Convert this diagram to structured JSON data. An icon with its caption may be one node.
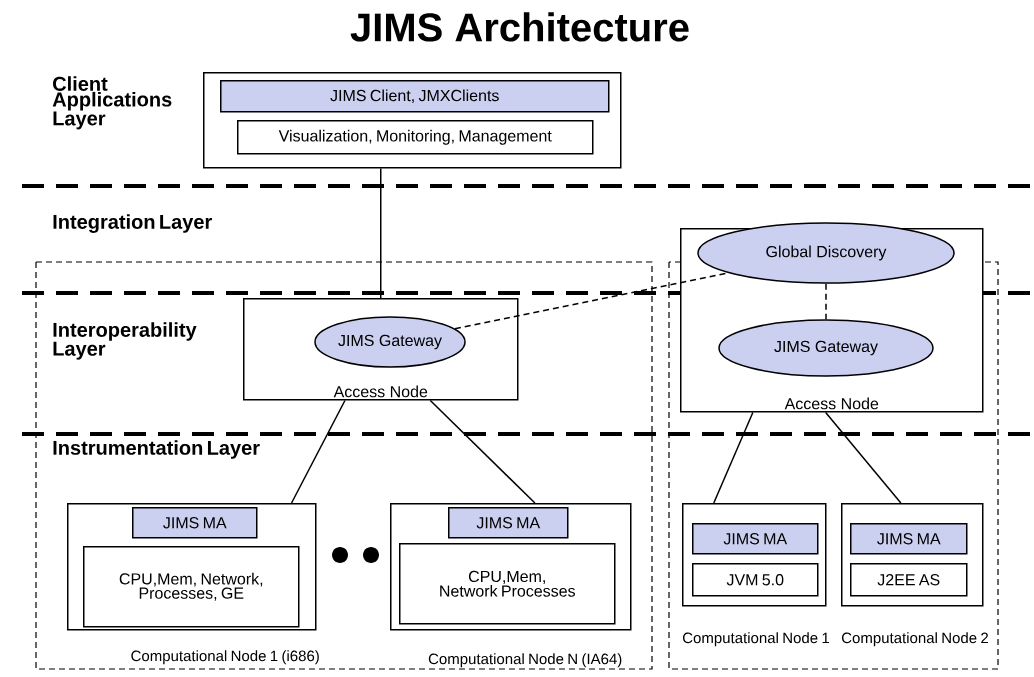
{
  "diagram": {
    "title": "JIMS Architecture",
    "nodes": [
      {
        "text": [],
        "shape": "box"
      },
      {
        "text": [
          "JIMS Client, JMXClients"
        ],
        "in": 0
      },
      {
        "text": [
          "Visualization, Monitoring, Management"
        ],
        "in": 0
      },
      {
        "text": [
          "Access Node"
        ]
      },
      {
        "text": [
          "JIMS Gateway"
        ],
        "in": 3
      },
      {
        "text": [
          "Access Node"
        ]
      },
      {
        "text": [
          "Global Discovery"
        ],
        "in": 5
      },
      {
        "text": [
          "JIMS Gateway"
        ],
        "in": 5
      },
      {
        "text": [],
        "shape": "box",
        "beside": [
          "Computational Node 1 (i686)"
        ]
      },
      {
        "text": [
          "JIMS MA"
        ],
        "in": 8
      },
      {
        "text": [
          "CPU,Mem, Network, Processes, GE"
        ],
        "in": 8
      },
      {
        "text": [],
        "shape": "box",
        "beside": [
          "Computational Node N (IA64)"
        ]
      },
      {
        "text": [
          "JIMS MA"
        ],
        "in": 11
      },
      {
        "text": [
          "CPU,Mem, Network Processes"
        ],
        "in": 11
      },
      {
        "text": [],
        "shape": "box",
        "beside": [
          "Computational Node 1"
        ]
      },
      {
        "text": [
          "JIMS MA"
        ],
        "in": 14
      },
      {
        "text": [
          "JVM 5.0"
        ],
        "in": 14
      },
      {
        "text": [],
        "shape": "box",
        "beside": [
          "Computational Node 2"
        ]
      },
      {
        "text": [
          "JIMS MA"
        ],
        "in": 17
      },
      {
        "text": [
          "J2EE AS"
        ],
        "in": 17
      }
    ],
    "edges": [
      {
        "from": 0,
        "to": 3,
        "arrow": "none"
      },
      {
        "from": 4,
        "to": 6,
        "arrow": "none",
        "style": "dashed"
      },
      {
        "from": 6,
        "to": 7,
        "arrow": "none",
        "style": "dashed"
      },
      {
        "from": 3,
        "to": 8,
        "arrow": "none"
      },
      {
        "from": 3,
        "to": 11,
        "arrow": "none"
      },
      {
        "from": 5,
        "to": 14,
        "arrow": "none"
      },
      {
        "from": 5,
        "to": 17,
        "arrow": "none"
      }
    ],
    "labels": [
      "Client Applications Layer",
      "Integration Layer",
      "Interoperability Layer",
      "Instrumentation Layer"
    ]
  }
}
